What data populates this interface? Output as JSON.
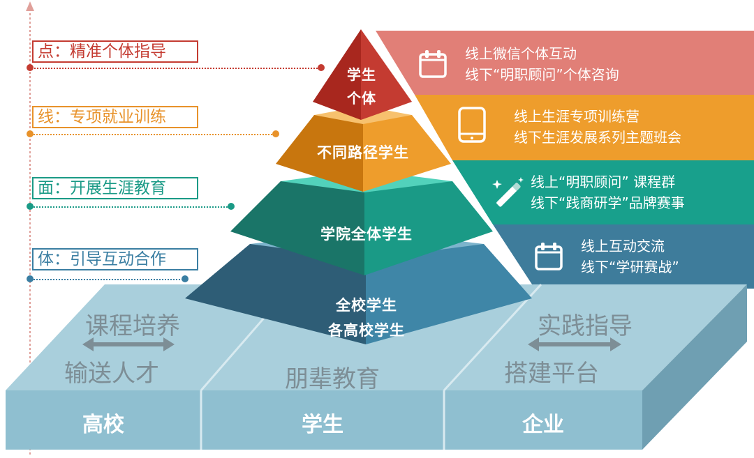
{
  "colors": {
    "point_red": "#c43b31",
    "line_orange": "#e8922a",
    "surface_teal": "#1a9a86",
    "body_blue": "#3a7ea2",
    "band_red": "#e17f77",
    "band_orange": "#ee9d2c",
    "band_teal": "#18a08c",
    "band_blue": "#3e7c9b",
    "platform_light": "#9fc8d6",
    "platform_side": "#7fb3c6"
  },
  "side_labels": [
    {
      "text": "点：精准个体指导",
      "color": "#c43b31"
    },
    {
      "text": "线：专项就业训练",
      "color": "#e8922a"
    },
    {
      "text": "面：开展生涯教育",
      "color": "#1a9a86"
    },
    {
      "text": "体：引导互动合作",
      "color": "#3a7ea2"
    }
  ],
  "pyramid": {
    "tier1": [
      "学生",
      "个体"
    ],
    "tier2": "不同路径学生",
    "tier3": "学院全体学生",
    "tier4": [
      "全校学生",
      "各高校学生"
    ]
  },
  "bands": [
    {
      "icon": "calendar-icon",
      "lines": [
        "线上微信个体互动",
        "线下“明职顾问”个体咨询"
      ]
    },
    {
      "icon": "tablet-icon",
      "lines": [
        "线上生涯专项训练营",
        "线下生涯发展系列主题班会"
      ]
    },
    {
      "icon": "magic-wand-icon",
      "lines": [
        "线上“明职顾问” 课程群",
        "线下“践商研学”品牌赛事"
      ]
    },
    {
      "icon": "calendar-icon",
      "lines": [
        "线上互动交流",
        "线下“学研赛战”"
      ]
    }
  ],
  "platform": {
    "left_top": "课程培养",
    "left_bottom": "输送人才",
    "middle": "朋辈教育",
    "right_top": "实践指导",
    "right_bottom": "搭建平台",
    "base": [
      "高校",
      "学生",
      "企业"
    ]
  }
}
